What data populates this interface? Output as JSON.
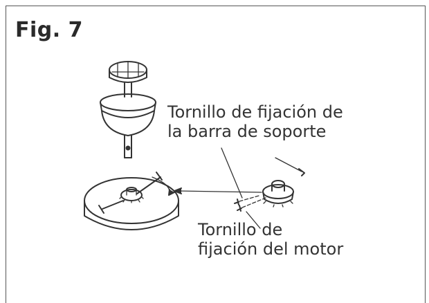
{
  "figure": {
    "title": "Fig. 7",
    "label_support_bar_screw_line1": "Tornillo de fijación de",
    "label_support_bar_screw_line2": "la barra de soporte",
    "label_motor_screw_line1": "Tornillo de",
    "label_motor_screw_line2": "fijación del motor",
    "icons": [
      "support-bar-assembly-icon",
      "motor-housing-icon",
      "coupling-icon",
      "screw-icon"
    ]
  }
}
